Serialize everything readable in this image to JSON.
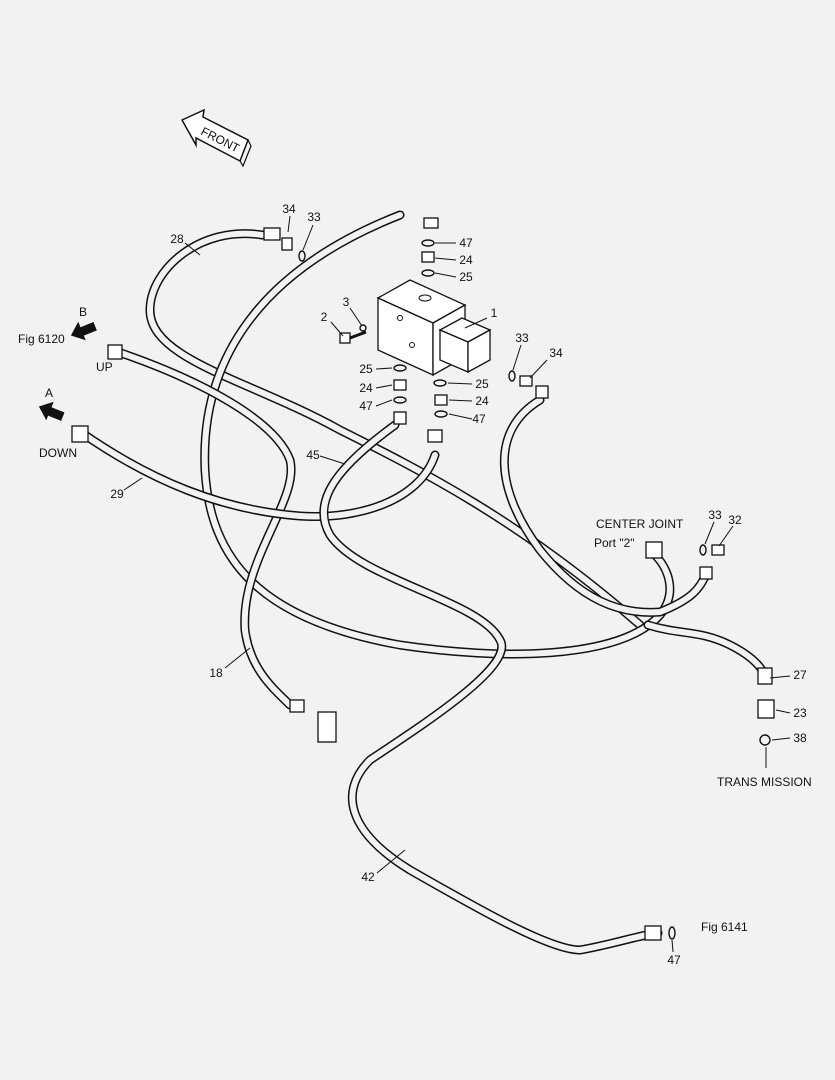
{
  "diagram": {
    "part_numbers": {
      "p1": "1",
      "p2": "2",
      "p3": "3",
      "p18": "18",
      "p23": "23",
      "p24a": "24",
      "p24b": "24",
      "p24c": "24",
      "p25a": "25",
      "p25b": "25",
      "p25c": "25",
      "p27": "27",
      "p28": "28",
      "p29": "29",
      "p32": "32",
      "p33a": "33",
      "p33b": "33",
      "p33c": "33",
      "p34a": "34",
      "p34b": "34",
      "p38": "38",
      "p42": "42",
      "p45": "45",
      "p47a": "47",
      "p47b": "47",
      "p47c": "47",
      "p47d": "47"
    },
    "labels": {
      "front": "FRONT",
      "b": "B",
      "fig_6120": "Fig 6120",
      "up": "UP",
      "a": "A",
      "down": "DOWN",
      "center_joint": "CENTER JOINT",
      "port2": "Port \"2\"",
      "trans_mission": "TRANS MISSION",
      "fig_6141": "Fig 6141"
    }
  }
}
